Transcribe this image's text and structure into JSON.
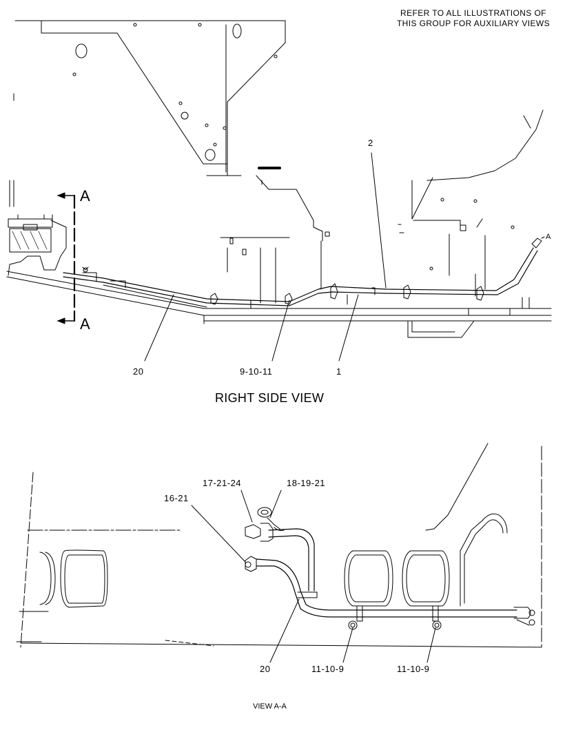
{
  "note": {
    "line1": "REFER TO ALL ILLUSTRATIONS OF",
    "line2": "THIS GROUP FOR AUXILIARY VIEWS"
  },
  "views": {
    "right_side": {
      "title": "RIGHT SIDE VIEW"
    },
    "view_aa": {
      "title": "VIEW A-A"
    }
  },
  "section_markers": {
    "top": "A",
    "bottom": "A",
    "ref": "A"
  },
  "callouts": {
    "c2": "2",
    "c20_top": "20",
    "c9_10_11": "9-10-11",
    "c1": "1",
    "c16_21": "16-21",
    "c17_21_24": "17-21-24",
    "c18_19_21": "18-19-21",
    "c20_bottom": "20",
    "c11_10_9_a": "11-10-9",
    "c11_10_9_b": "11-10-9"
  }
}
